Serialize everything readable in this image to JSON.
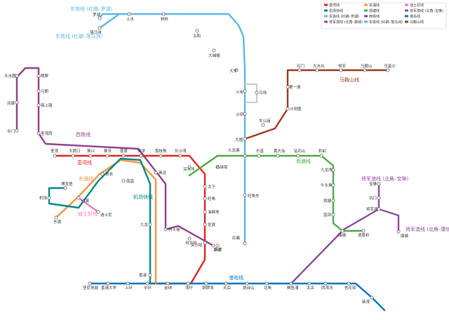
{
  "legend": [
    {
      "label": "荃湾线",
      "color": "#e2231a"
    },
    {
      "label": "东涌线",
      "color": "#f7943e"
    },
    {
      "label": "迪士尼线",
      "color": "#e777cb"
    },
    {
      "label": "机场快线",
      "color": "#00888a"
    },
    {
      "label": "观塘线",
      "color": "#4ba946"
    },
    {
      "label": "将军澳线 (北角–宝琳)",
      "color": "#8e4b9a"
    },
    {
      "label": "东铁线 (红磡–罗湖)",
      "color": "#5eb6e4"
    },
    {
      "label": "西铁线",
      "color": "#923c8f"
    },
    {
      "label": "港岛线",
      "color": "#0075c2"
    },
    {
      "label": "将军澳线 (北角–康城)",
      "color": "#8e4b9a"
    },
    {
      "label": "东铁线 (红磡–落马洲)",
      "color": "#5eb6e4"
    },
    {
      "label": "马鞍山线",
      "color": "#9a3820"
    }
  ],
  "line_titles": {
    "east_rail_lowu": "东铁线 (红磡–罗湖)",
    "east_rail_lmc": "东铁线 (红磡–落马洲)",
    "west_rail": "西铁线",
    "tsuen_wan": "荃湾线",
    "tung_chung": "东涌线",
    "disney": "迪士尼线",
    "airport": "机场快线",
    "kwun_tong": "观塘线",
    "island": "港岛线",
    "ma_on_shan": "马鞍山线",
    "tko_polam": "将军澳线 (北角–宝琳)",
    "tko_lohas": "将军澳线 (北角–康城)"
  },
  "stations": {
    "lo_wu": "罗湖",
    "lok_ma_chau": "落马洲",
    "sheung_shui": "上水",
    "fanling": "粉岭",
    "tai_wo": "太和",
    "tai_po_market": "大埔墟",
    "university": "大学",
    "fo_tan": "火炭",
    "racecourse": "马场",
    "sha_tin": "沙田",
    "tai_wai": "大围",
    "kowloon_tong": "九龙塘",
    "mong_kok_east": "旺角东",
    "hung_hom": "红磡",
    "tuen_mun": "屯门",
    "siu_hong": "兆康",
    "tin_shui_wai": "天水围",
    "long_ping": "朗屏",
    "yuen_long": "元朗",
    "kam_sheung_road": "锦上路",
    "tsuen_wan_west": "荃湾西",
    "nam_cheong": "南昌",
    "austin": "柯士甸",
    "east_tst": "尖东",
    "tsuen_wan": "荃湾",
    "tai_wo_hau": "大窝口",
    "kwai_hing": "葵兴",
    "kwai_fong": "葵芳",
    "lai_king": "荔景",
    "mei_foo": "美孚",
    "lai_chi_kok": "荔枝角",
    "cheung_sha_wan": "长沙湾",
    "sham_shui_po": "深水埗",
    "prince_edward": "太子",
    "mong_kok": "旺角",
    "yau_ma_tei": "油麻地",
    "jordan": "佐敦",
    "tst": "尖沙咀",
    "admiralty": "金钟",
    "central": "中环",
    "shek_kip_mei": "石硖尾",
    "lok_fu": "乐富",
    "wong_tai_sin": "黄大仙",
    "diamond_hill": "钻石山",
    "choi_hung": "彩虹",
    "kowloon_bay": "九龙湾",
    "ngau_tau_kok": "牛头角",
    "kwun_tong": "观塘",
    "lam_tin": "蓝田",
    "yau_tong": "油塘",
    "tiu_keng_leng": "调景岭",
    "ho_man_tin": "何文田",
    "whampoa": "黄埔",
    "po_lam": "宝琳",
    "hang_hau": "坑口",
    "tko": "将军澳",
    "lohas_park": "康城",
    "heng_fa_chuen": "杏花邨",
    "chai_wan": "柴湾",
    "sai_wan_ho": "西湾河",
    "tai_koo": "太古",
    "quarry_bay": "鲗鱼涌",
    "north_point": "北角",
    "fortress_hill": "炮台山",
    "tin_hau": "天后",
    "causeway_bay": "铜锣湾",
    "wan_chai": "湾仔",
    "sheung_wan": "上环",
    "hku": "香港大学",
    "kennedy_town": "坚尼地城",
    "tung_chung": "东涌",
    "sunny_bay": "欣澳",
    "tsing_yi": "青衣",
    "olympic": "奥运",
    "kowloon": "九龙",
    "hong_kong": "香港",
    "airport": "机场",
    "asia_world_expo": "博览馆",
    "disneyland": "迪士尼",
    "wu_kai_sha": "乌溪沙",
    "ma_on_shan": "马鞍山",
    "heng_on": "恒安",
    "tai_shui_hang": "大水坑",
    "shek_mun": "石门",
    "city_one": "第一城",
    "sha_tin_wai": "沙田围",
    "che_kung_temple": "车公庙"
  }
}
